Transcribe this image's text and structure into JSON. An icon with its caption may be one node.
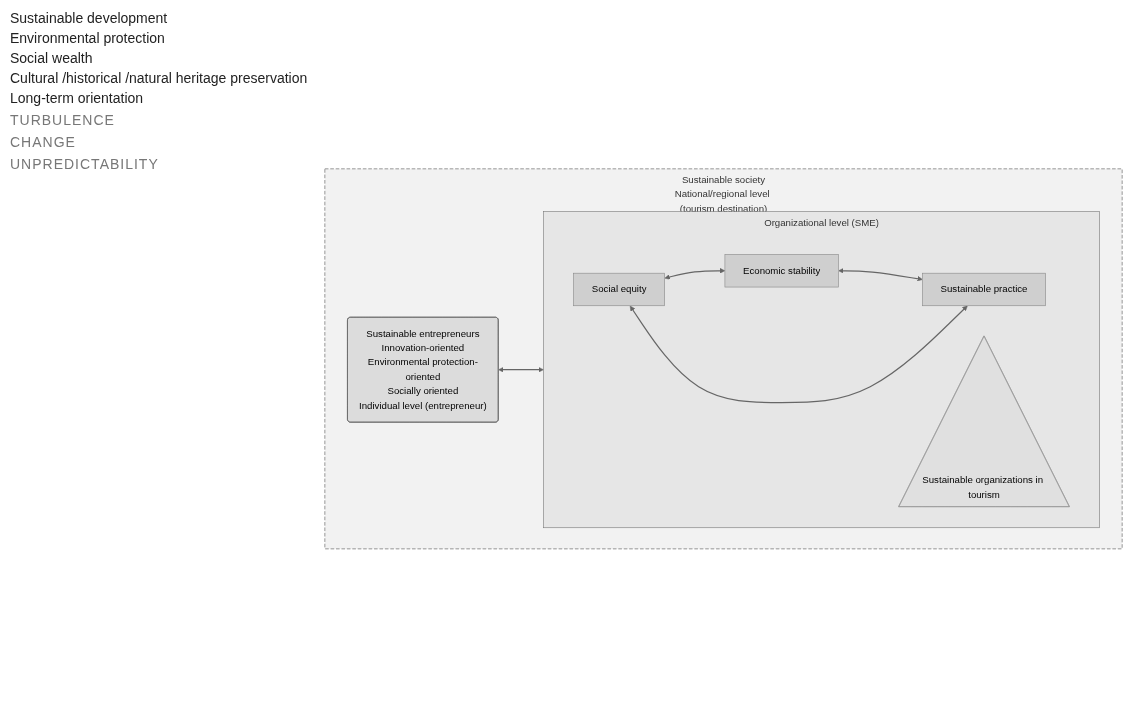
{
  "diagram": {
    "nodes": [
      {
        "text": [
          "Sustainable society",
          "National/regional level (tourism destination)"
        ]
      },
      {
        "text": [
          "Sustainable entrepreneurs",
          "Innovation-oriented",
          "Environmental protection-oriented",
          "Socially oriented",
          "Individual level (entrepreneur)"
        ],
        "in": 0
      },
      {
        "text": [
          "Organizational level (SME)"
        ],
        "in": 0
      },
      {
        "text": [
          "Economic stability"
        ],
        "in": 2
      },
      {
        "text": [
          "Social equity"
        ],
        "in": 2
      },
      {
        "text": [
          "Sustainable organizations in tourism"
        ],
        "in": 2
      },
      {
        "text": [
          "Sustainable practice"
        ],
        "in": 2
      }
    ],
    "edges": [
      {
        "from": 1,
        "to": 2,
        "arrow": "both"
      },
      {
        "from": 4,
        "to": 3,
        "arrow": "both"
      },
      {
        "from": 3,
        "to": 6,
        "arrow": "both"
      },
      {
        "from": 4,
        "to": 6,
        "arrow": "both"
      }
    ],
    "labels": [
      "Sustainable development",
      "Environmental protection",
      "Social wealth",
      "Cultural /historical /natural heritage preservation",
      "Long-term orientation",
      "TURBULENCE",
      "CHANGE",
      "UNPREDICTABILITY"
    ]
  }
}
